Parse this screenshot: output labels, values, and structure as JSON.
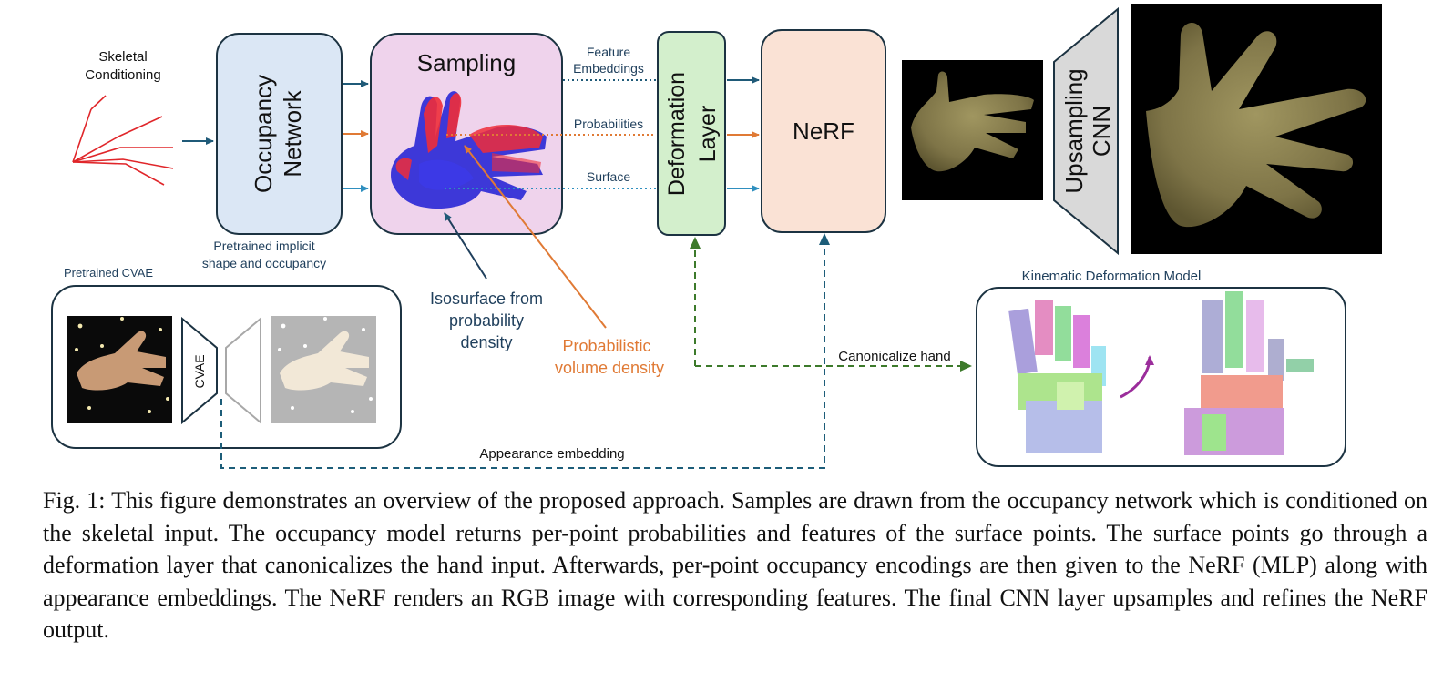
{
  "skeleton": {
    "label_line1": "Skeletal",
    "label_line2": "Conditioning"
  },
  "occupancy": {
    "line1": "Occupancy",
    "line2": "Network",
    "note_line1": "Pretrained implicit",
    "note_line2": "shape and occupancy"
  },
  "sampling": {
    "title": "Sampling"
  },
  "streams": {
    "feature_line1": "Feature",
    "feature_line2": "Embeddings",
    "probabilities": "Probabilities",
    "surface": "Surface"
  },
  "deformation": {
    "line1": "Deformation",
    "line2": "Layer"
  },
  "nerf": {
    "label": "NeRF"
  },
  "upsampling": {
    "line1": "Upsampling",
    "line2": "CNN"
  },
  "isosurface": {
    "line1": "Isosurface from",
    "line2": "probability",
    "line3": "density"
  },
  "prob_volume": {
    "line1": "Probabilistic",
    "line2": "volume density"
  },
  "cvae": {
    "title": "Pretrained CVAE",
    "label": "CVAE"
  },
  "appearance": {
    "label": "Appearance embedding"
  },
  "canonicalize": {
    "label": "Canonicalize hand"
  },
  "kinematic": {
    "title": "Kinematic Deformation Model"
  },
  "caption": "Fig. 1: This figure demonstrates an overview of the proposed approach. Samples are drawn from the occupancy network which is conditioned on the skeletal input. The occupancy model returns per-point probabilities and features of the surface points. The surface points go through a deformation layer that canonicalizes the hand input. Afterwards, per-point occupancy encodings are then given to the NeRF (MLP) along with appearance embeddings. The NeRF renders an RGB image with corresponding features. The final CNN layer upsamples and refines the NeRF output.",
  "colors": {
    "occupancy_fill": "#dbe7f5",
    "sampling_fill": "#efd3ec",
    "deformation_fill": "#d3efcc",
    "nerf_fill": "#fae2d5",
    "upsampling_fill": "#d9d9d9",
    "feature_arrow": "#1f5a78",
    "prob_arrow": "#e07a35",
    "surface_arrow": "#2f8fbf",
    "green_dash": "#3d7a2b",
    "blue_dash": "#1d5d79",
    "orange_text": "#e07a35",
    "dark_text": "#1f3f5c"
  }
}
